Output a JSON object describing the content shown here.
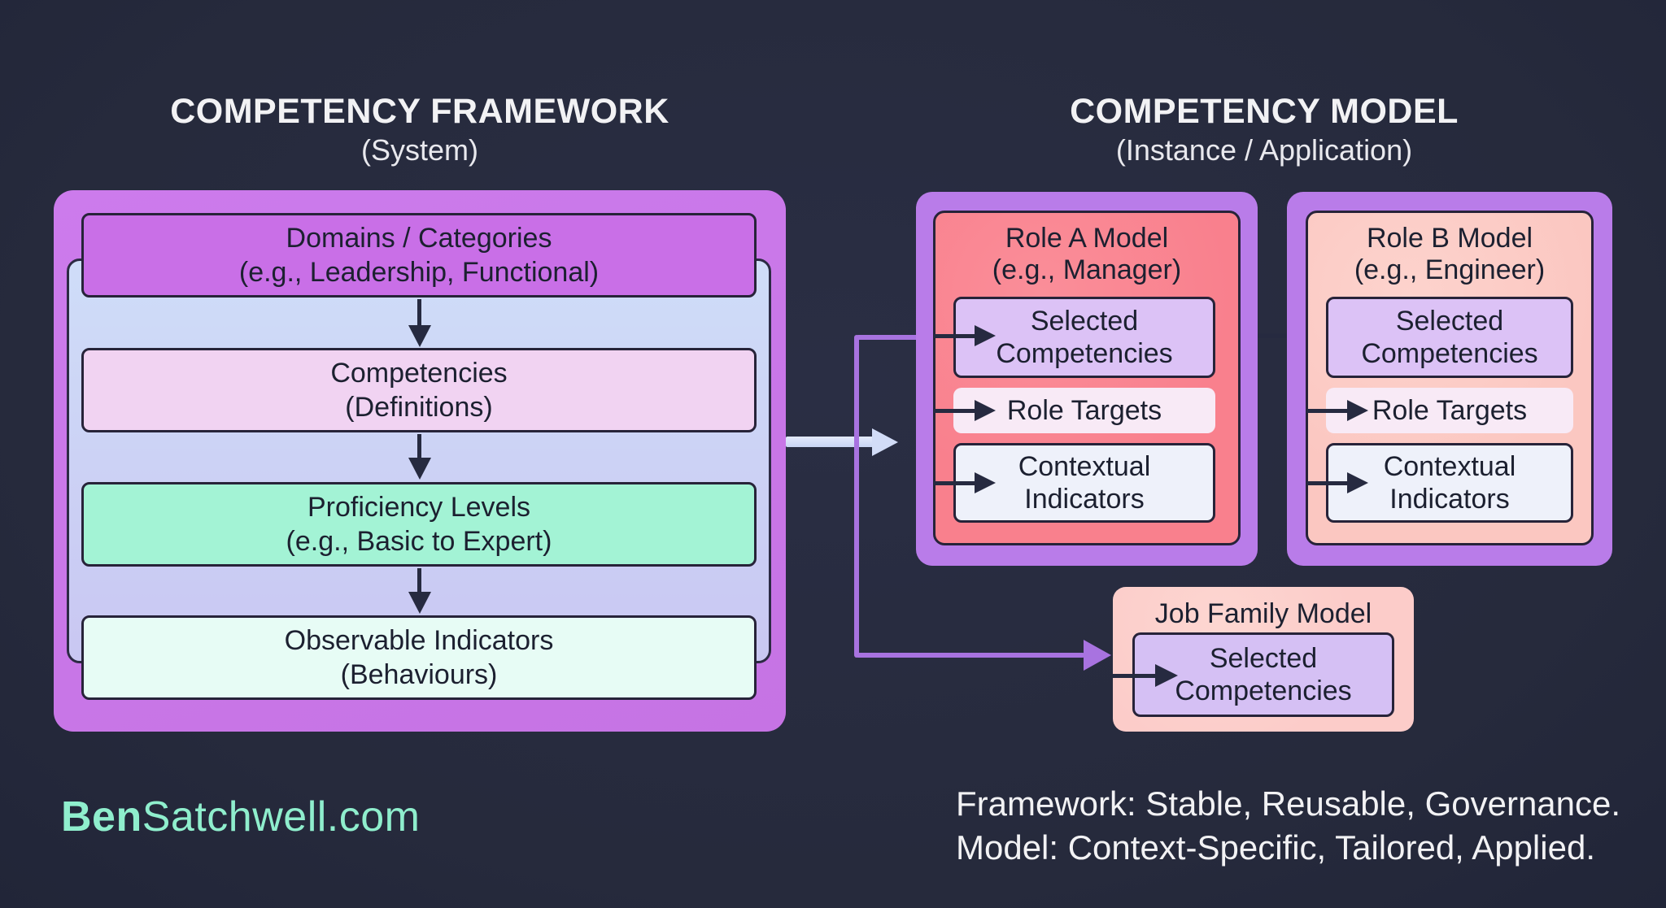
{
  "titles": {
    "left": {
      "heading": "COMPETENCY FRAMEWORK",
      "subheading": "(System)"
    },
    "right": {
      "heading": "COMPETENCY MODEL",
      "subheading": "(Instance / Application)"
    }
  },
  "framework": {
    "boxes": [
      {
        "line1": "Domains / Categories",
        "line2": "(e.g., Leadership, Functional)"
      },
      {
        "line1": "Competencies",
        "line2": "(Definitions)"
      },
      {
        "line1": "Proficiency Levels",
        "line2": "(e.g., Basic to Expert)"
      },
      {
        "line1": "Observable Indicators",
        "line2": "(Behaviours)"
      }
    ]
  },
  "models": {
    "role_a": {
      "title_line1": "Role A Model",
      "title_line2": "(e.g., Manager)",
      "items": [
        "Selected Competencies",
        "Role Targets",
        "Contextual Indicators"
      ]
    },
    "role_b": {
      "title_line1": "Role B Model",
      "title_line2": "(e.g., Engineer)",
      "items": [
        "Selected Competencies",
        "Role Targets",
        "Contextual Indicators"
      ]
    },
    "job_family": {
      "title": "Job Family Model",
      "items": [
        "Selected Competencies"
      ]
    }
  },
  "footer": {
    "brand_bold": "Ben",
    "brand_rest": "Satchwell.com",
    "note_line1": "Framework: Stable, Reusable, Governance.",
    "note_line2": "Model: Context-Specific, Tailored, Applied."
  },
  "colors": {
    "background": "#262a3c",
    "container_purple": "#c877e8",
    "domains_purple": "#c96fe7",
    "panel_periwinkle": "#cedbf7",
    "competencies_pink": "#f1d3f2",
    "proficiency_mint": "#a3f3d5",
    "indicators_mint": "#e7fcf5",
    "model_wrapper_purple": "#b97ce9",
    "role_a_red": "#f9808d",
    "role_b_pink": "#fbc7c1",
    "job_family_pink": "#fcccc9",
    "selected_competencies_lavender": "#dcc2f6",
    "role_targets_pale": "#f8eaf6",
    "contextual_white": "#eef1fa",
    "connector_purple": "#a873e0",
    "connector_blue": "#d2dcf7",
    "arrow_dark": "#262a40",
    "border_dark": "#272339",
    "brand_mint": "#8feecd",
    "text_dark": "#1c2030",
    "text_light": "#f2f2f4"
  }
}
